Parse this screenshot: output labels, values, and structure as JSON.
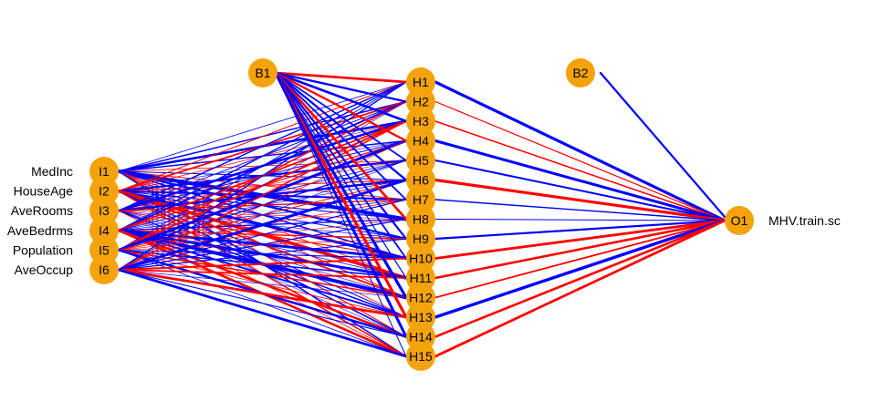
{
  "diagram": {
    "input_labels": [
      "MedInc",
      "HouseAge",
      "AveRooms",
      "AveBedrms",
      "Population",
      "AveOccup"
    ],
    "output_label": "MHV.train.sc",
    "nodes": {
      "bias1": "B1",
      "bias2": "B2",
      "inputs": [
        "I1",
        "I2",
        "I3",
        "I4",
        "I5",
        "I6"
      ],
      "hidden": [
        "H1",
        "H2",
        "H3",
        "H4",
        "H5",
        "H6",
        "H7",
        "H8",
        "H9",
        "H10",
        "H11",
        "H12",
        "H13",
        "H14",
        "H15"
      ],
      "output": "O1"
    },
    "colors": {
      "node_fill": "#F5A30A",
      "positive_weight": "#0000FF",
      "negative_weight": "#FF0000",
      "background": "#FFFFFF"
    }
  }
}
